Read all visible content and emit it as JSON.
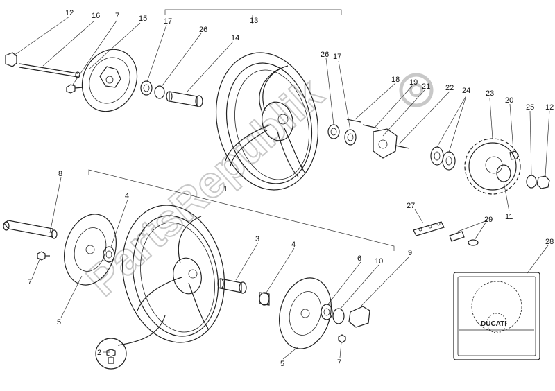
{
  "watermark": "PartsRepublik",
  "plate_brand": "DUCATI",
  "callouts": {
    "c1": "1",
    "c2": "2",
    "c3": "3",
    "c4a": "4",
    "c4b": "4",
    "c5a": "5",
    "c5b": "5",
    "c6": "6",
    "c7a": "7",
    "c7b": "7",
    "c7c": "7",
    "c8": "8",
    "c9": "9",
    "c10": "10",
    "c11": "11",
    "c12a": "12",
    "c12b": "12",
    "c13": "13",
    "c14": "14",
    "c15": "15",
    "c16": "16",
    "c17a": "17",
    "c17b": "17",
    "c18": "18",
    "c19": "19",
    "c20": "20",
    "c21": "21",
    "c22": "22",
    "c23": "23",
    "c24": "24",
    "c25": "25",
    "c26a": "26",
    "c26b": "26",
    "c27": "27",
    "c28": "28",
    "c29": "29"
  }
}
